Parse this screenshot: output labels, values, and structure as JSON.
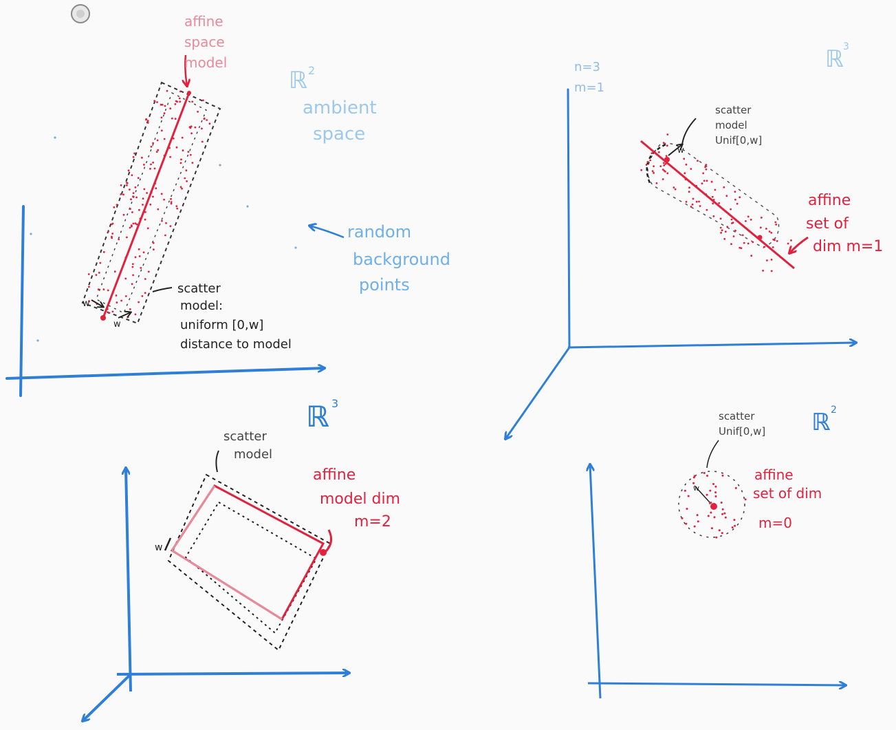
{
  "colors": {
    "board": "#fafafa",
    "blue": "#2f7fd6",
    "light_blue": "#6fb0e8",
    "red": "#e0223e",
    "pink": "#e78a9a",
    "black": "#222222"
  },
  "panels": {
    "top_left": {
      "affine_label": [
        "affine",
        "space",
        "model"
      ],
      "space_label": "ℝ",
      "space_sup": "2",
      "ambient_label": [
        "ambient",
        "space"
      ],
      "random_label": [
        "random",
        "background",
        "points"
      ],
      "scatter_label": [
        "scatter",
        "model:",
        "uniform [0,w]",
        "distance to model"
      ],
      "w_label": "w"
    },
    "top_right": {
      "space_label": "ℝ",
      "space_sup": "3",
      "n_label": "n=3",
      "m_label": "m=1",
      "scatter_label": [
        "scatter",
        "model",
        "Unif[0,w]"
      ],
      "affine_label": [
        "affine",
        "set of",
        "dim m=1"
      ],
      "w_label": "w"
    },
    "bottom_left": {
      "space_label": "ℝ",
      "space_sup": "3",
      "scatter_label": [
        "scatter",
        "model"
      ],
      "affine_label": [
        "affine",
        "model dim",
        "m=2"
      ],
      "w_label": "w"
    },
    "bottom_right": {
      "space_label": "ℝ",
      "space_sup": "2",
      "scatter_label": [
        "scatter",
        "Unif[0,w]"
      ],
      "affine_label": [
        "affine",
        "set of dim",
        "m=0"
      ],
      "w_label": "w"
    }
  }
}
